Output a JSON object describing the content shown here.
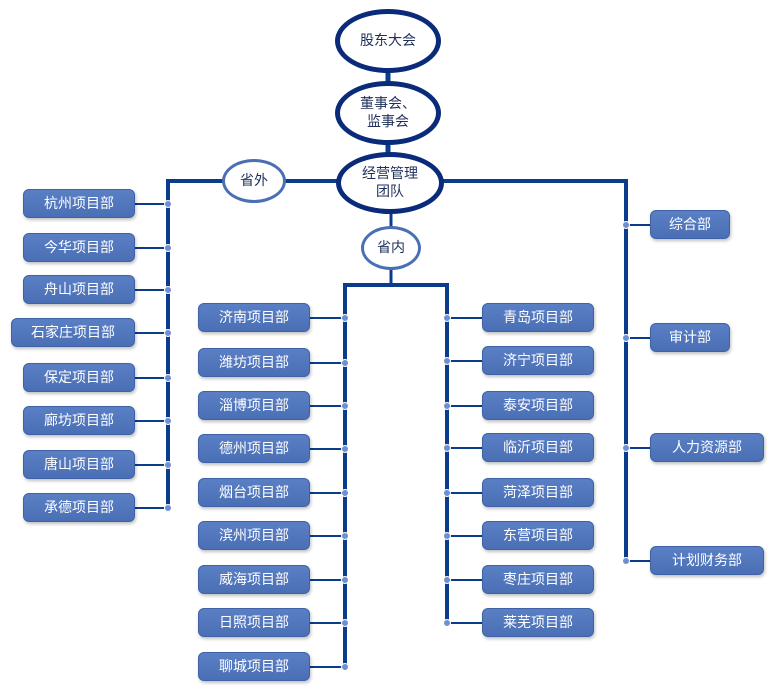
{
  "colors": {
    "line": "#0a3c8c",
    "box": "#4a6fb5",
    "ellipse_border": "#0a2a7a",
    "dot": "#6f8fcf"
  },
  "top": {
    "shareholders": "股东大会",
    "boards": "董事会、\n监事会",
    "management": "经营管理\n团队"
  },
  "branches": {
    "outside": "省外",
    "inside": "省内"
  },
  "outside_projects": [
    "杭州项目部",
    "今华项目部",
    "舟山项目部",
    "石家庄项目部",
    "保定项目部",
    "廊坊项目部",
    "唐山项目部",
    "承德项目部"
  ],
  "inside_left_projects": [
    "济南项目部",
    "潍坊项目部",
    "淄博项目部",
    "德州项目部",
    "烟台项目部",
    "滨州项目部",
    "威海项目部",
    "日照项目部",
    "聊城项目部"
  ],
  "inside_right_projects": [
    "青岛项目部",
    "济宁项目部",
    "泰安项目部",
    "临沂项目部",
    "菏泽项目部",
    "东营项目部",
    "枣庄项目部",
    "莱芜项目部"
  ],
  "departments": [
    "综合部",
    "审计部",
    "人力资源部",
    "计划财务部"
  ]
}
